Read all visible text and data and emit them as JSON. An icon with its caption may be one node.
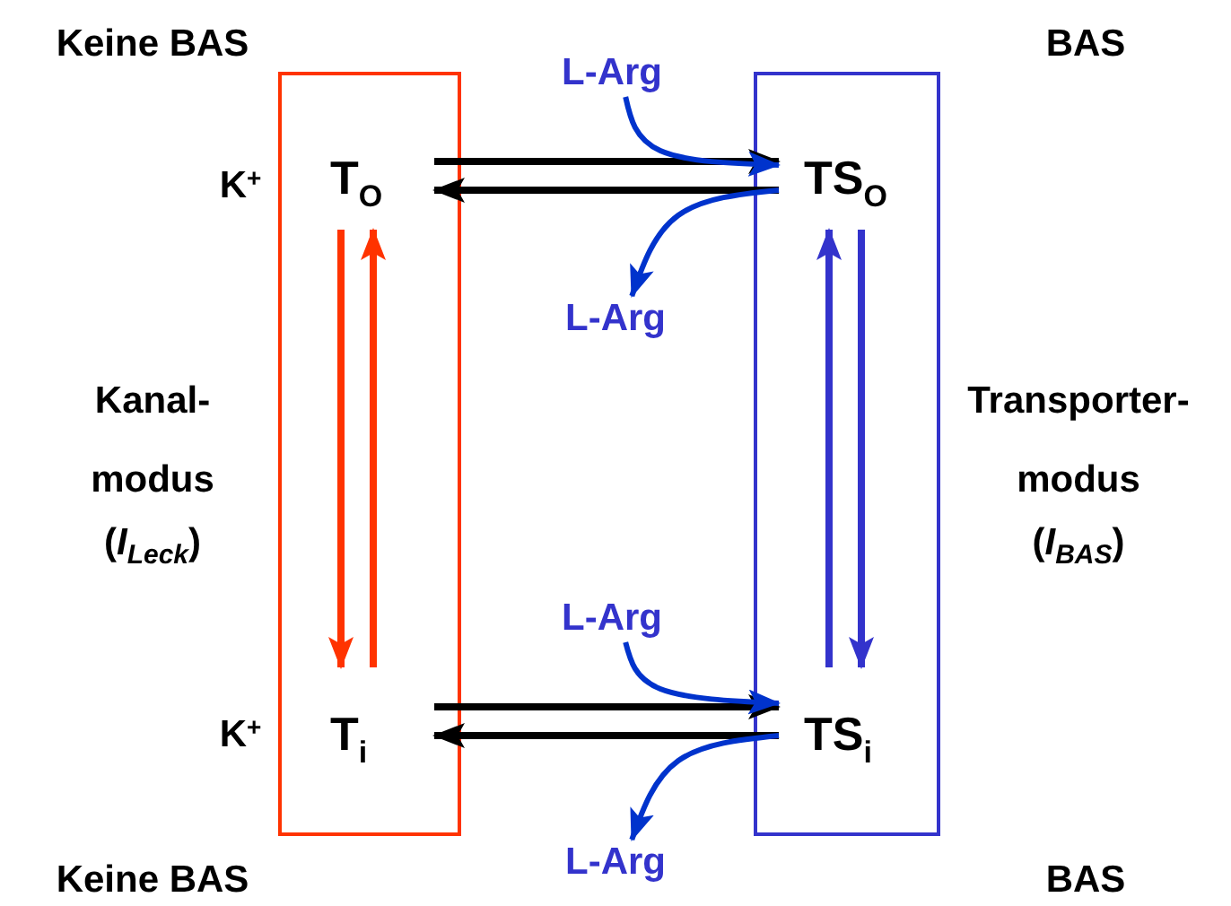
{
  "diagram": {
    "nodes": [
      {
        "text": [],
        "shape": "box"
      },
      {
        "text": [],
        "shape": "box"
      },
      {
        "text": [
          "T$_{O}$"
        ],
        "in": 0
      },
      {
        "text": [
          "TS$_{O}$"
        ],
        "in": 1
      },
      {
        "text": [
          "T$_{i}$"
        ],
        "in": 0
      },
      {
        "text": [
          "TS$_{i}$"
        ],
        "in": 1
      },
      {
        "text": [
          "L-Arg"
        ]
      },
      {
        "text": [
          "L-Arg"
        ]
      },
      {
        "text": [
          "L-Arg"
        ]
      },
      {
        "text": [
          "L-Arg"
        ]
      }
    ],
    "edges": [
      {
        "from": 2,
        "to": 3,
        "arrow": "to"
      },
      {
        "from": 3,
        "to": 2,
        "arrow": "to"
      },
      {
        "from": 6,
        "to": 3,
        "arrow": "to",
        "color": "#0033cc"
      },
      {
        "from": 3,
        "to": 7,
        "arrow": "to",
        "color": "#0033cc"
      },
      {
        "from": 2,
        "to": 4,
        "arrow": "to",
        "color": "#ff3300"
      },
      {
        "from": 4,
        "to": 2,
        "arrow": "to",
        "color": "#ff3300"
      },
      {
        "from": 5,
        "to": 3,
        "arrow": "to",
        "color": "#3333cc"
      },
      {
        "from": 3,
        "to": 5,
        "arrow": "to",
        "color": "#3333cc"
      },
      {
        "from": 4,
        "to": 5,
        "arrow": "to"
      },
      {
        "from": 5,
        "to": 4,
        "arrow": "to"
      },
      {
        "from": 8,
        "to": 5,
        "arrow": "to",
        "color": "#0033cc"
      },
      {
        "from": 5,
        "to": 9,
        "arrow": "to",
        "color": "#0033cc"
      }
    ],
    "labels": [
      "Keine BAS",
      "BAS",
      "K$^{+}$",
      "Kanal- modus",
      "Transporter- modus",
      "(*I*$_{Leck}$)",
      "(*I*$_{BAS}$)",
      "K$^{+}$",
      "Keine BAS",
      "BAS"
    ]
  }
}
